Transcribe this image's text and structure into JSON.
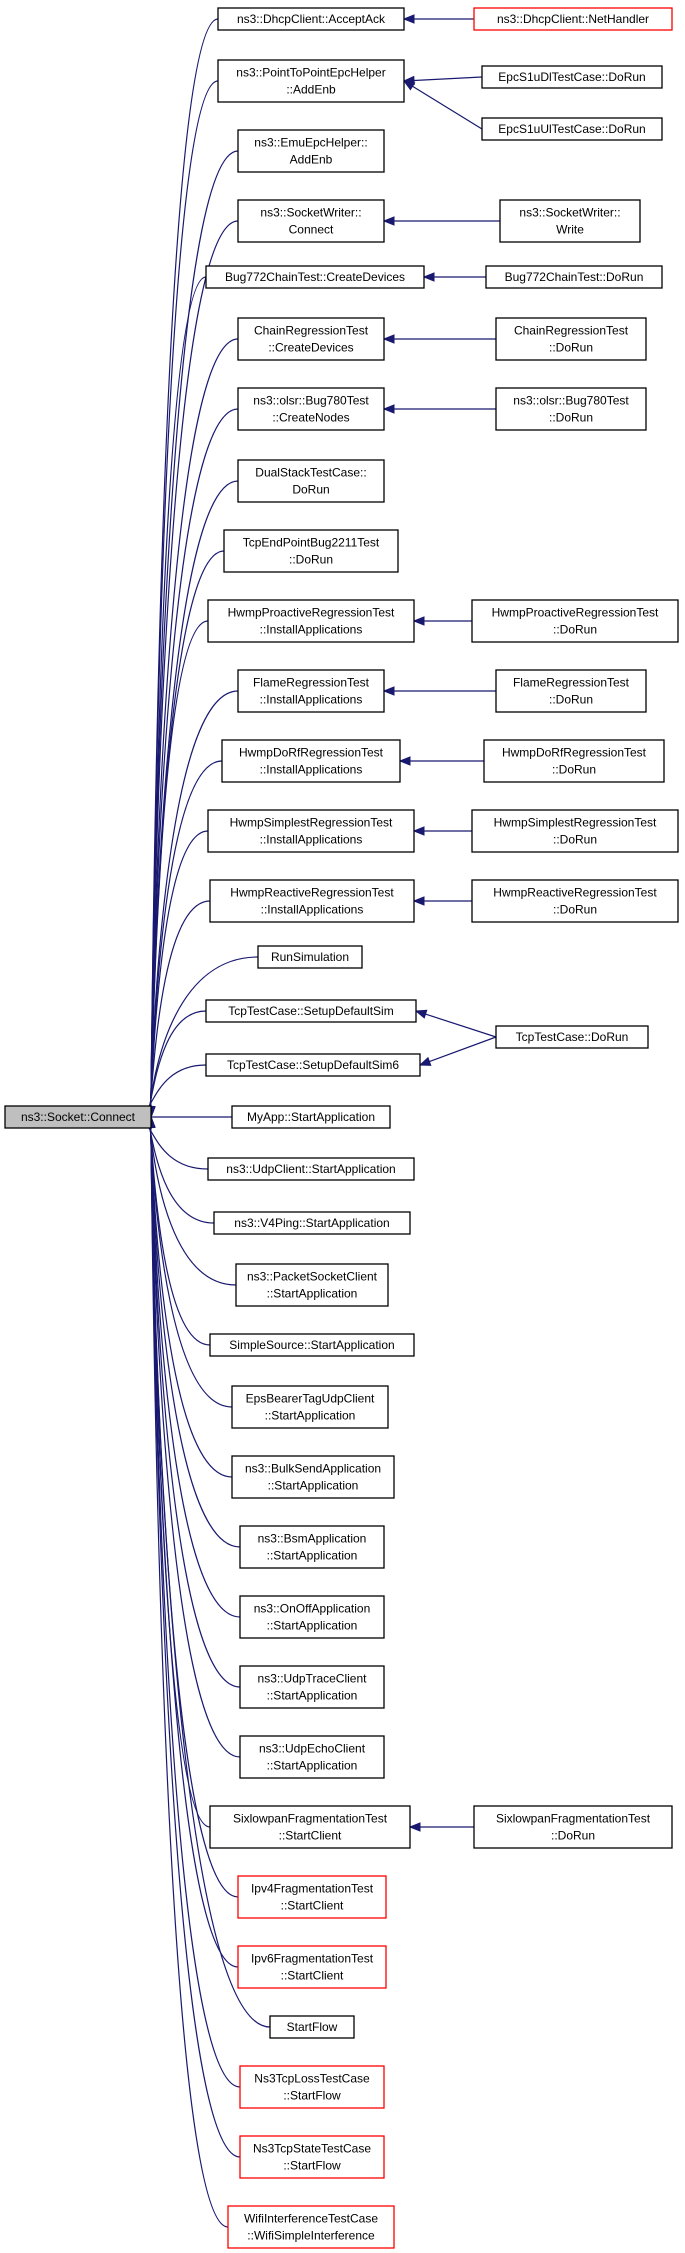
{
  "graph": {
    "root": "ns3::Socket::Connect",
    "edge_color": "#191970",
    "link_border_color": "#ff0000",
    "nodes": [
      {
        "id": "root",
        "lines": [
          "ns3::Socket::Connect"
        ],
        "style": "root"
      },
      {
        "id": "n1",
        "lines": [
          "ns3::DhcpClient::AcceptAck"
        ],
        "style": "normal"
      },
      {
        "id": "n1a",
        "lines": [
          "ns3::DhcpClient::NetHandler"
        ],
        "style": "red"
      },
      {
        "id": "n2",
        "lines": [
          "ns3::PointToPointEpcHelper",
          "::AddEnb"
        ],
        "style": "normal"
      },
      {
        "id": "n2a",
        "lines": [
          "EpcS1uDlTestCase::DoRun"
        ],
        "style": "normal"
      },
      {
        "id": "n2b",
        "lines": [
          "EpcS1uUlTestCase::DoRun"
        ],
        "style": "normal"
      },
      {
        "id": "n3",
        "lines": [
          "ns3::EmuEpcHelper::",
          "AddEnb"
        ],
        "style": "normal"
      },
      {
        "id": "n4",
        "lines": [
          "ns3::SocketWriter::",
          "Connect"
        ],
        "style": "normal"
      },
      {
        "id": "n4a",
        "lines": [
          "ns3::SocketWriter::",
          "Write"
        ],
        "style": "normal"
      },
      {
        "id": "n5",
        "lines": [
          "Bug772ChainTest::CreateDevices"
        ],
        "style": "normal"
      },
      {
        "id": "n5a",
        "lines": [
          "Bug772ChainTest::DoRun"
        ],
        "style": "normal"
      },
      {
        "id": "n6",
        "lines": [
          "ChainRegressionTest",
          "::CreateDevices"
        ],
        "style": "normal"
      },
      {
        "id": "n6a",
        "lines": [
          "ChainRegressionTest",
          "::DoRun"
        ],
        "style": "normal"
      },
      {
        "id": "n7",
        "lines": [
          "ns3::olsr::Bug780Test",
          "::CreateNodes"
        ],
        "style": "normal"
      },
      {
        "id": "n7a",
        "lines": [
          "ns3::olsr::Bug780Test",
          "::DoRun"
        ],
        "style": "normal"
      },
      {
        "id": "n8",
        "lines": [
          "DualStackTestCase::",
          "DoRun"
        ],
        "style": "normal"
      },
      {
        "id": "n9",
        "lines": [
          "TcpEndPointBug2211Test",
          "::DoRun"
        ],
        "style": "normal"
      },
      {
        "id": "n10",
        "lines": [
          "HwmpProactiveRegressionTest",
          "::InstallApplications"
        ],
        "style": "normal"
      },
      {
        "id": "n10a",
        "lines": [
          "HwmpProactiveRegressionTest",
          "::DoRun"
        ],
        "style": "normal"
      },
      {
        "id": "n11",
        "lines": [
          "FlameRegressionTest",
          "::InstallApplications"
        ],
        "style": "normal"
      },
      {
        "id": "n11a",
        "lines": [
          "FlameRegressionTest",
          "::DoRun"
        ],
        "style": "normal"
      },
      {
        "id": "n12",
        "lines": [
          "HwmpDoRfRegressionTest",
          "::InstallApplications"
        ],
        "style": "normal"
      },
      {
        "id": "n12a",
        "lines": [
          "HwmpDoRfRegressionTest",
          "::DoRun"
        ],
        "style": "normal"
      },
      {
        "id": "n13",
        "lines": [
          "HwmpSimplestRegressionTest",
          "::InstallApplications"
        ],
        "style": "normal"
      },
      {
        "id": "n13a",
        "lines": [
          "HwmpSimplestRegressionTest",
          "::DoRun"
        ],
        "style": "normal"
      },
      {
        "id": "n14",
        "lines": [
          "HwmpReactiveRegressionTest",
          "::InstallApplications"
        ],
        "style": "normal"
      },
      {
        "id": "n14a",
        "lines": [
          "HwmpReactiveRegressionTest",
          "::DoRun"
        ],
        "style": "normal"
      },
      {
        "id": "n15",
        "lines": [
          "RunSimulation"
        ],
        "style": "normal"
      },
      {
        "id": "n16",
        "lines": [
          "TcpTestCase::SetupDefaultSim"
        ],
        "style": "normal"
      },
      {
        "id": "n17",
        "lines": [
          "TcpTestCase::SetupDefaultSim6"
        ],
        "style": "normal"
      },
      {
        "id": "n16a",
        "lines": [
          "TcpTestCase::DoRun"
        ],
        "style": "normal"
      },
      {
        "id": "n18",
        "lines": [
          "MyApp::StartApplication"
        ],
        "style": "normal"
      },
      {
        "id": "n19",
        "lines": [
          "ns3::UdpClient::StartApplication"
        ],
        "style": "normal"
      },
      {
        "id": "n20",
        "lines": [
          "ns3::V4Ping::StartApplication"
        ],
        "style": "normal"
      },
      {
        "id": "n21",
        "lines": [
          "ns3::PacketSocketClient",
          "::StartApplication"
        ],
        "style": "normal"
      },
      {
        "id": "n22",
        "lines": [
          "SimpleSource::StartApplication"
        ],
        "style": "normal"
      },
      {
        "id": "n23",
        "lines": [
          "EpsBearerTagUdpClient",
          "::StartApplication"
        ],
        "style": "normal"
      },
      {
        "id": "n24",
        "lines": [
          "ns3::BulkSendApplication",
          "::StartApplication"
        ],
        "style": "normal"
      },
      {
        "id": "n25",
        "lines": [
          "ns3::BsmApplication",
          "::StartApplication"
        ],
        "style": "normal"
      },
      {
        "id": "n26",
        "lines": [
          "ns3::OnOffApplication",
          "::StartApplication"
        ],
        "style": "normal"
      },
      {
        "id": "n27",
        "lines": [
          "ns3::UdpTraceClient",
          "::StartApplication"
        ],
        "style": "normal"
      },
      {
        "id": "n28",
        "lines": [
          "ns3::UdpEchoClient",
          "::StartApplication"
        ],
        "style": "normal"
      },
      {
        "id": "n29",
        "lines": [
          "SixlowpanFragmentationTest",
          "::StartClient"
        ],
        "style": "normal"
      },
      {
        "id": "n29a",
        "lines": [
          "SixlowpanFragmentationTest",
          "::DoRun"
        ],
        "style": "normal"
      },
      {
        "id": "n30",
        "lines": [
          "Ipv4FragmentationTest",
          "::StartClient"
        ],
        "style": "red"
      },
      {
        "id": "n31",
        "lines": [
          "Ipv6FragmentationTest",
          "::StartClient"
        ],
        "style": "red"
      },
      {
        "id": "n32",
        "lines": [
          "StartFlow"
        ],
        "style": "normal"
      },
      {
        "id": "n33",
        "lines": [
          "Ns3TcpLossTestCase",
          "::StartFlow"
        ],
        "style": "red"
      },
      {
        "id": "n34",
        "lines": [
          "Ns3TcpStateTestCase",
          "::StartFlow"
        ],
        "style": "red"
      },
      {
        "id": "n35",
        "lines": [
          "WifiInterferenceTestCase",
          "::WifiSimpleInterference"
        ],
        "style": "red"
      }
    ],
    "edges": [
      [
        "n1",
        "root"
      ],
      [
        "n2",
        "root"
      ],
      [
        "n3",
        "root"
      ],
      [
        "n4",
        "root"
      ],
      [
        "n5",
        "root"
      ],
      [
        "n6",
        "root"
      ],
      [
        "n7",
        "root"
      ],
      [
        "n8",
        "root"
      ],
      [
        "n9",
        "root"
      ],
      [
        "n10",
        "root"
      ],
      [
        "n11",
        "root"
      ],
      [
        "n12",
        "root"
      ],
      [
        "n13",
        "root"
      ],
      [
        "n14",
        "root"
      ],
      [
        "n15",
        "root"
      ],
      [
        "n16",
        "root"
      ],
      [
        "n17",
        "root"
      ],
      [
        "n18",
        "root"
      ],
      [
        "n19",
        "root"
      ],
      [
        "n20",
        "root"
      ],
      [
        "n21",
        "root"
      ],
      [
        "n22",
        "root"
      ],
      [
        "n23",
        "root"
      ],
      [
        "n24",
        "root"
      ],
      [
        "n25",
        "root"
      ],
      [
        "n26",
        "root"
      ],
      [
        "n27",
        "root"
      ],
      [
        "n28",
        "root"
      ],
      [
        "n29",
        "root"
      ],
      [
        "n30",
        "root"
      ],
      [
        "n31",
        "root"
      ],
      [
        "n32",
        "root"
      ],
      [
        "n33",
        "root"
      ],
      [
        "n34",
        "root"
      ],
      [
        "n35",
        "root"
      ],
      [
        "n1a",
        "n1"
      ],
      [
        "n2a",
        "n2"
      ],
      [
        "n2b",
        "n2"
      ],
      [
        "n4a",
        "n4"
      ],
      [
        "n5a",
        "n5"
      ],
      [
        "n6a",
        "n6"
      ],
      [
        "n7a",
        "n7"
      ],
      [
        "n10a",
        "n10"
      ],
      [
        "n11a",
        "n11"
      ],
      [
        "n12a",
        "n12"
      ],
      [
        "n13a",
        "n13"
      ],
      [
        "n14a",
        "n14"
      ],
      [
        "n16a",
        "n16"
      ],
      [
        "n16a",
        "n17"
      ],
      [
        "n29a",
        "n29"
      ]
    ]
  }
}
